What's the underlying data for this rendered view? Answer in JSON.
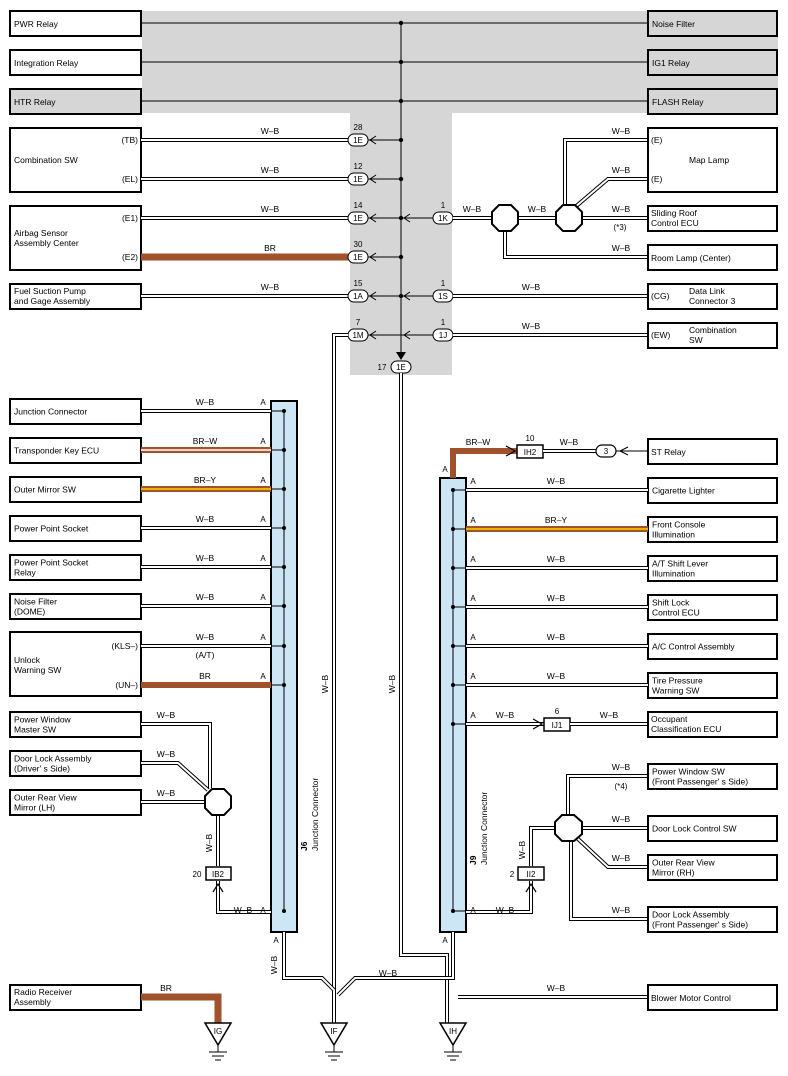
{
  "top_relays": {
    "left": [
      "PWR Relay",
      "Integration Relay",
      "HTR Relay"
    ],
    "right": [
      "Noise Filter",
      "IG1 Relay",
      "FLASH Relay"
    ]
  },
  "upper_left": {
    "combination_sw": {
      "name": "Combination SW",
      "pins": [
        "(TB)",
        "(EL)"
      ]
    },
    "airbag": {
      "name_lines": [
        "Airbag Sensor",
        "Assembly Center"
      ],
      "pins": [
        "(E1)",
        "(E2)"
      ]
    },
    "fuel": {
      "name_lines": [
        "Fuel Suction Pump",
        "and Gage Assembly"
      ]
    }
  },
  "upper_right": {
    "map_lamp": {
      "name": "Map Lamp",
      "pins": [
        "(E)",
        "(E)"
      ]
    },
    "sliding_roof": {
      "name_lines": [
        "Sliding Roof",
        "Control ECU"
      ],
      "note": "(*3)"
    },
    "room_lamp": "Room Lamp (Center)",
    "dlc": {
      "pin": "(CG)",
      "name_lines": [
        "Data Link",
        "Connector 3"
      ]
    },
    "comb_sw2": {
      "pin": "(EW)",
      "name_lines": [
        "Combination",
        "SW"
      ]
    }
  },
  "connectors": {
    "c1E_28": {
      "label": "1E",
      "pin": "28"
    },
    "c1E_12": {
      "label": "1E",
      "pin": "12"
    },
    "c1E_14": {
      "label": "1E",
      "pin": "14"
    },
    "c1E_30": {
      "label": "1E",
      "pin": "30"
    },
    "c1A_15": {
      "label": "1A",
      "pin": "15"
    },
    "c1M_7": {
      "label": "1M",
      "pin": "7"
    },
    "c1E_17": {
      "label": "1E",
      "pin": "17"
    },
    "c1K_1": {
      "label": "1K",
      "pin": "1"
    },
    "c1S_1": {
      "label": "1S",
      "pin": "1"
    },
    "c1J_1": {
      "label": "1J",
      "pin": "1"
    },
    "cIH2_10": {
      "label": "IH2",
      "pin": "10"
    },
    "c3": {
      "label": "3"
    },
    "cIJ1_6": {
      "label": "IJ1",
      "pin": "6"
    },
    "cIB2_20": {
      "label": "IB2",
      "pin": "20"
    },
    "cII2_2": {
      "label": "II2",
      "pin": "2"
    }
  },
  "wire_colors": {
    "wb": "W–B",
    "br": "BR",
    "brw": "BR–W",
    "bry": "BR–Y",
    "at": "(A/T)"
  },
  "colors": {
    "brown": "#a0522d",
    "yellow": "#e8b400",
    "gray_area": "#d6d6d6",
    "jc_fill": "#cde6f5"
  },
  "j6": {
    "id": "J6",
    "title": "Junction Connector",
    "rows": [
      {
        "name_lines": [
          "Junction Connector"
        ],
        "terminal": "A",
        "wire": "W–B"
      },
      {
        "name_lines": [
          "Transponder Key ECU"
        ],
        "terminal": "A",
        "wire": "BR–W"
      },
      {
        "name_lines": [
          "Outer Mirror SW"
        ],
        "terminal": "A",
        "wire": "BR–Y"
      },
      {
        "name_lines": [
          "Power Point Socket"
        ],
        "terminal": "A",
        "wire": "W–B"
      },
      {
        "name_lines": [
          "Power Point Socket",
          "Relay"
        ],
        "terminal": "A",
        "wire": "W–B"
      },
      {
        "name_lines": [
          "Noise Filter",
          "(DOME)"
        ],
        "terminal": "A",
        "wire": "W–B"
      }
    ],
    "unlock": {
      "name_lines": [
        "Unlock",
        "Warning SW"
      ],
      "pins": [
        "(KLS–)",
        "(UN–)"
      ],
      "terminal": "A"
    },
    "bottom_terminal": "A",
    "ib2_terminal": "A"
  },
  "lower_left": [
    "Power Window Master SW",
    "Door Lock Assembly (Driver' s Side)",
    "Outer Rear View Mirror (LH)"
  ],
  "lower_left_lines": [
    [
      "Power Window",
      "Master SW"
    ],
    [
      "Door Lock Assembly",
      "(Driver' s Side)"
    ],
    [
      "Outer Rear View",
      "Mirror (LH)"
    ]
  ],
  "radio": {
    "name_lines": [
      "Radio Receiver",
      "Assembly"
    ]
  },
  "j9": {
    "id": "J9",
    "title": "Junction Connector",
    "rows": [
      {
        "name_lines": [
          "Cigarette Lighter"
        ],
        "terminal": "A",
        "wire": "W–B"
      },
      {
        "name_lines": [
          "Front Console",
          "Illumination"
        ],
        "terminal": "A",
        "wire": "BR–Y"
      },
      {
        "name_lines": [
          "A/T Shift Lever",
          "Illumination"
        ],
        "terminal": "A",
        "wire": "W–B"
      },
      {
        "name_lines": [
          "Shift Lock",
          "Control ECU"
        ],
        "terminal": "A",
        "wire": "W–B"
      },
      {
        "name_lines": [
          "A/C Control Assembly"
        ],
        "terminal": "A",
        "wire": "W–B"
      },
      {
        "name_lines": [
          "Tire Pressure",
          "Warning SW"
        ],
        "terminal": "A",
        "wire": "W–B"
      }
    ],
    "occupant_lines": [
      "Occupant",
      "Classification ECU"
    ],
    "top_terminal": "A",
    "occupant_terminal": "A",
    "ii2_terminal": "A",
    "bottom_terminal": "A"
  },
  "st_relay": "ST Relay",
  "lower_right_lines": [
    [
      "Power Window SW",
      "(Front Passenger' s Side)"
    ],
    [
      "Door Lock Control SW"
    ],
    [
      "Outer Rear View",
      "Mirror (RH)"
    ],
    [
      "Door Lock Assembly",
      "(Front Passenger' s Side)"
    ]
  ],
  "pw_note": "(*4)",
  "blower": "Blower Motor Control",
  "grounds": [
    "IG",
    "IF",
    "IH"
  ]
}
